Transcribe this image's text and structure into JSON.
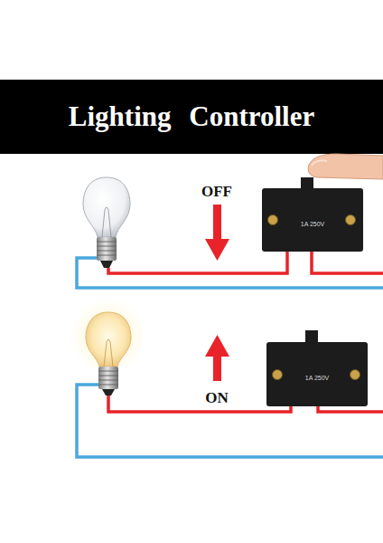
{
  "diagram": {
    "title": "Lighting Controller",
    "nodes": [
      {
        "text": [
          "1A 250V"
        ]
      },
      {
        "text": [
          "1A 250V"
        ]
      }
    ],
    "labels": [
      "OFF",
      "ON"
    ]
  }
}
